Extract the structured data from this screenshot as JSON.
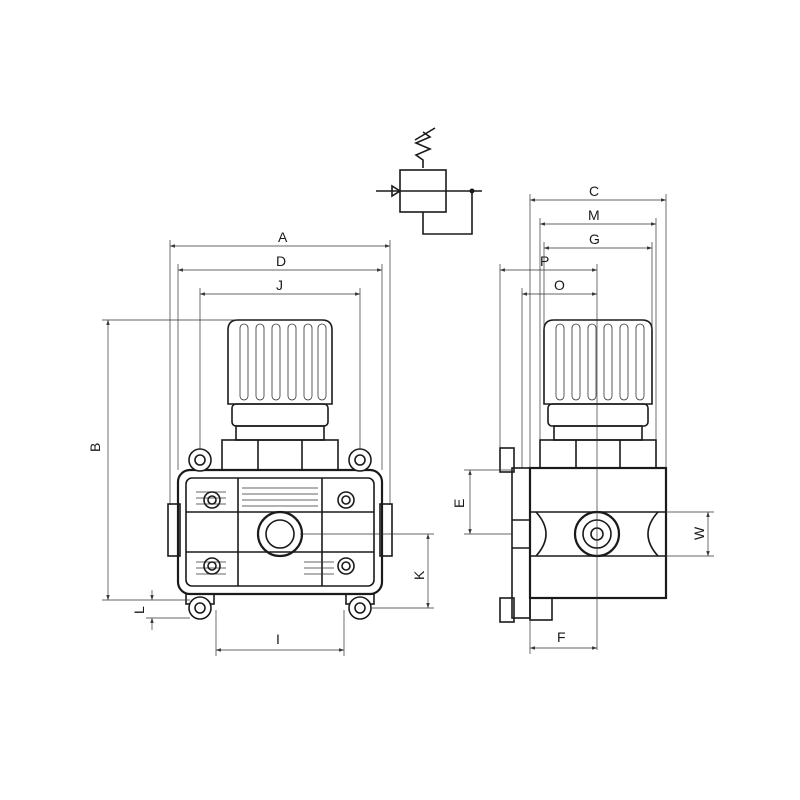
{
  "dimension_labels": {
    "A": "A",
    "B": "B",
    "C": "C",
    "D": "D",
    "E": "E",
    "F": "F",
    "G": "G",
    "I": "I",
    "J": "J",
    "K": "K",
    "L": "L",
    "M": "M",
    "O": "O",
    "P": "P",
    "W": "W"
  },
  "colors": {
    "line": "#1a1a1a",
    "background": "#ffffff"
  }
}
